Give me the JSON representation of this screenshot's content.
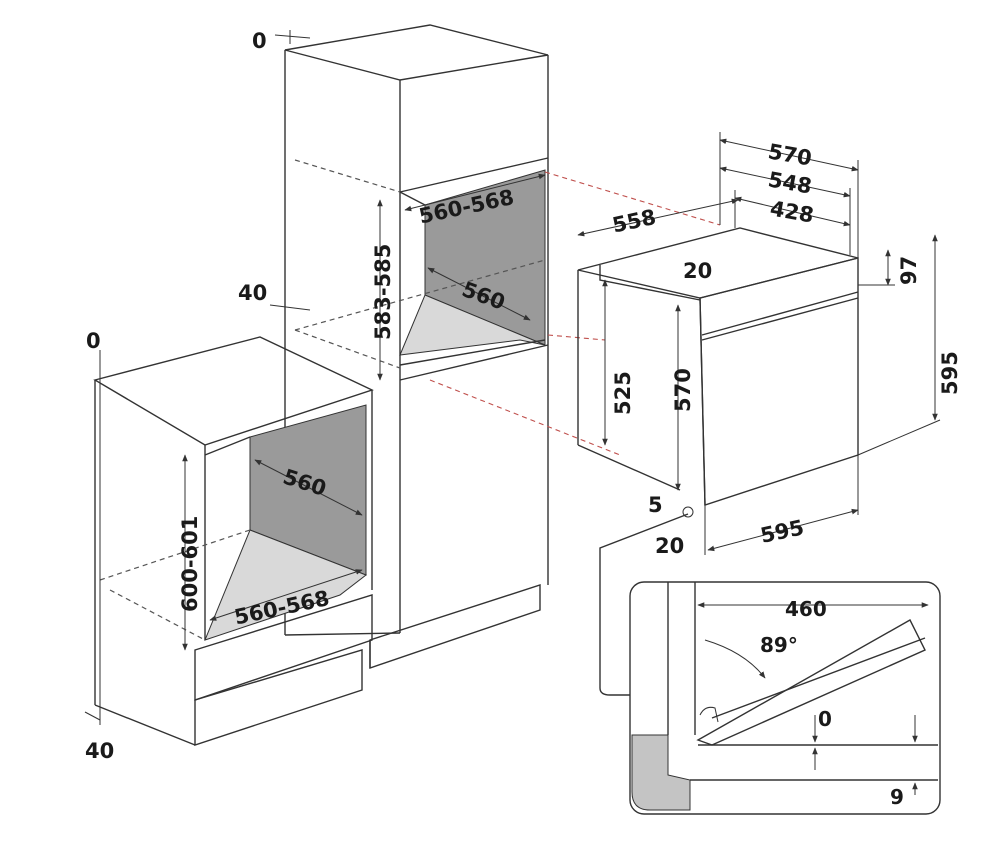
{
  "colors": {
    "stroke": "#333333",
    "cavity_dark": "#9a9a9a",
    "cavity_light": "#d9d9d9",
    "floor": "#cfcfcf",
    "masonry": "#c4c4c4",
    "hidden_line_red": "#c0504d"
  },
  "labels": {
    "tall_top_clearance": "0",
    "tall_niche_width": "560-568",
    "tall_niche_height": "583-585",
    "tall_niche_depth": "560",
    "tall_side_clearance": "40",
    "under_top_clearance": "0",
    "under_niche_height": "600-601",
    "under_niche_depth": "560",
    "under_niche_width": "560-568",
    "under_bottom_clearance": "40",
    "oven_width_total": "570",
    "oven_width_mid": "548",
    "oven_width_inner": "428",
    "oven_depth": "558",
    "oven_control_panel_height": "97",
    "oven_body_height": "595",
    "oven_front_offset": "20",
    "oven_side_height": "525",
    "oven_body_inner_height": "570",
    "oven_bottom_gap": "5",
    "oven_bottom_offset": "20",
    "oven_front_width": "595",
    "door_opening_width": "460",
    "door_angle": "89°",
    "door_gap_top": "0",
    "door_gap_bottom": "9"
  }
}
